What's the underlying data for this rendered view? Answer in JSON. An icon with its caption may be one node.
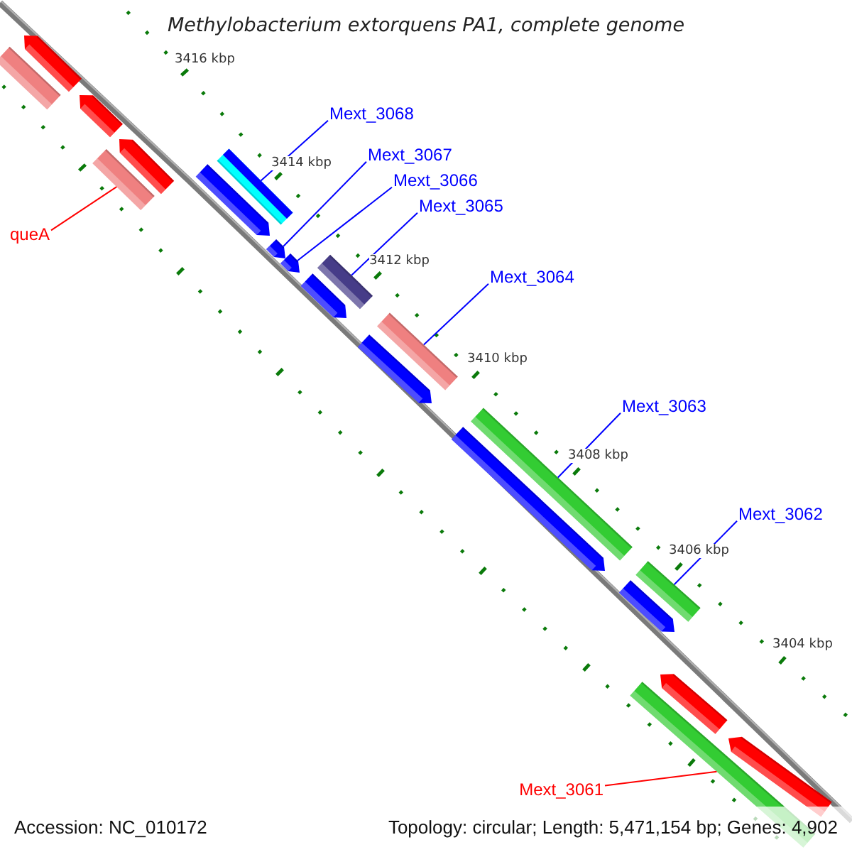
{
  "diagram": {
    "title": "Methylobacterium extorquens PA1, complete genome",
    "nodes": [
      {
        "text": [],
        "shape": "bar"
      },
      {
        "text": [],
        "shape": "bar"
      },
      {
        "text": [],
        "shape": "bar"
      },
      {
        "text": [
          "Mext_3068"
        ]
      },
      {
        "text": [],
        "shape": "bar"
      },
      {
        "text": [],
        "shape": "bar"
      },
      {
        "text": [],
        "shape": "bar"
      },
      {
        "text": [],
        "shape": "bar"
      },
      {
        "text": [
          "Mext_3067"
        ]
      },
      {
        "text": [
          "Mext_3066"
        ]
      },
      {
        "text": [
          "Mext_3065"
        ]
      },
      {
        "text": [
          "queA"
        ]
      },
      {
        "text": [],
        "shape": "bar"
      },
      {
        "text": [],
        "shape": "bar"
      },
      {
        "text": [],
        "shape": "bar"
      },
      {
        "text": [],
        "shape": "bar"
      },
      {
        "text": [
          "Mext_3064"
        ]
      },
      {
        "text": [],
        "shape": "bar"
      },
      {
        "text": [],
        "shape": "bar"
      },
      {
        "text": [
          "Mext_3063"
        ]
      },
      {
        "text": [],
        "shape": "bar"
      },
      {
        "text": [],
        "shape": "bar"
      },
      {
        "text": [
          "Mext_3062"
        ]
      },
      {
        "text": [],
        "shape": "bar"
      },
      {
        "text": [],
        "shape": "bar"
      },
      {
        "text": [],
        "shape": "bar"
      },
      {
        "text": [],
        "shape": "bar"
      },
      {
        "text": [],
        "shape": "bar"
      },
      {
        "text": [
          "Mext_3061"
        ]
      }
    ],
    "edges": [
      {
        "from": 3,
        "to": 6,
        "arrow": "none"
      },
      {
        "from": 8,
        "to": 12,
        "arrow": "none"
      },
      {
        "from": 9,
        "to": 13,
        "arrow": "none"
      },
      {
        "from": 10,
        "to": 14,
        "arrow": "none"
      },
      {
        "from": 11,
        "to": 5,
        "arrow": "none",
        "color": "#ff0000"
      },
      {
        "from": 16,
        "to": 17,
        "arrow": "none"
      },
      {
        "from": 19,
        "to": 20,
        "arrow": "none"
      },
      {
        "from": 22,
        "to": 23,
        "arrow": "none"
      },
      {
        "from": 28,
        "to": 26,
        "arrow": "none",
        "color": "#ff0000"
      }
    ],
    "labels": [
      "3416 kbp",
      "3414 kbp",
      "3412 kbp",
      "3410 kbp",
      "3408 kbp",
      "3406 kbp",
      "3404 kbp",
      "Accession: NC_010172",
      "Topology: circular; Length: 5,471,154 bp; Genes: 4,902"
    ]
  }
}
